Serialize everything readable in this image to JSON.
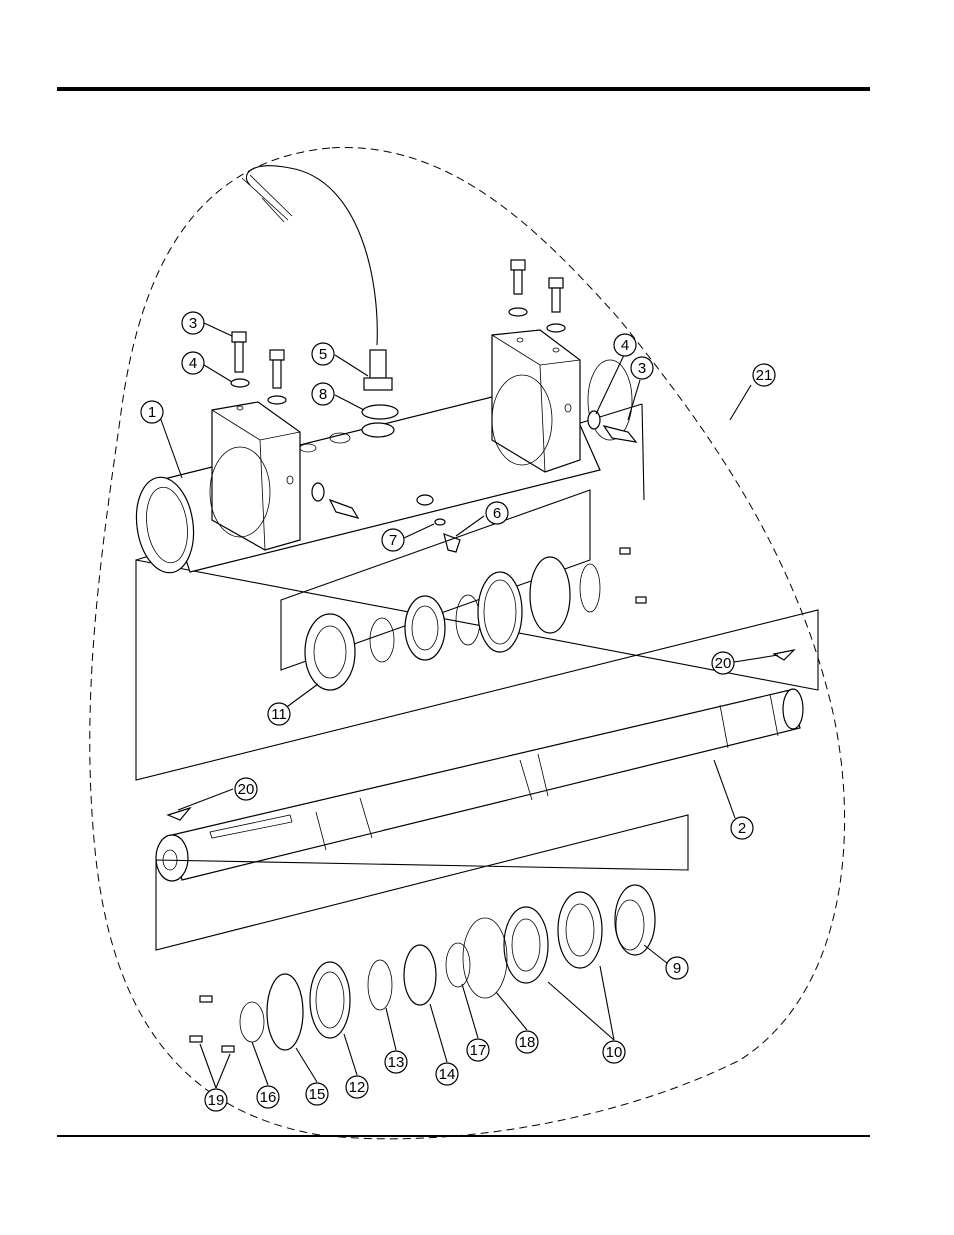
{
  "diagram": {
    "type": "exploded-parts-view",
    "callouts": [
      {
        "id": "c1",
        "label": "1"
      },
      {
        "id": "c2",
        "label": "2"
      },
      {
        "id": "c3a",
        "label": "3"
      },
      {
        "id": "c3b",
        "label": "3"
      },
      {
        "id": "c4a",
        "label": "4"
      },
      {
        "id": "c4b",
        "label": "4"
      },
      {
        "id": "c5",
        "label": "5"
      },
      {
        "id": "c6",
        "label": "6"
      },
      {
        "id": "c7",
        "label": "7"
      },
      {
        "id": "c8",
        "label": "8"
      },
      {
        "id": "c9",
        "label": "9"
      },
      {
        "id": "c10",
        "label": "10"
      },
      {
        "id": "c11",
        "label": "11"
      },
      {
        "id": "c12",
        "label": "12"
      },
      {
        "id": "c13",
        "label": "13"
      },
      {
        "id": "c14",
        "label": "14"
      },
      {
        "id": "c15",
        "label": "15"
      },
      {
        "id": "c16",
        "label": "16"
      },
      {
        "id": "c17",
        "label": "17"
      },
      {
        "id": "c18",
        "label": "18"
      },
      {
        "id": "c19",
        "label": "19"
      },
      {
        "id": "c20a",
        "label": "20"
      },
      {
        "id": "c20b",
        "label": "20"
      },
      {
        "id": "c21",
        "label": "21"
      }
    ]
  }
}
